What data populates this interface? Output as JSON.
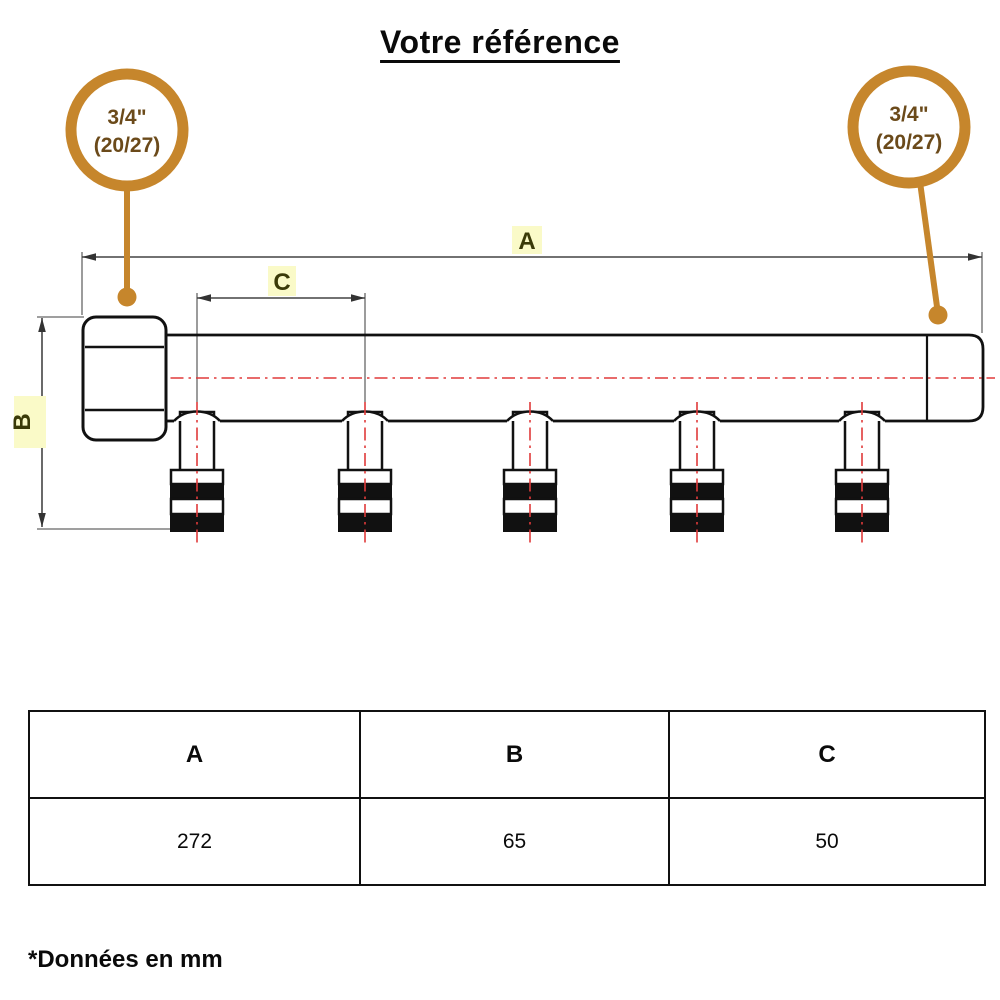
{
  "title": "Votre référence",
  "badges": {
    "left": {
      "line1": "3/4\"",
      "line2": "(20/27)"
    },
    "right": {
      "line1": "3/4\"",
      "line2": "(20/27)"
    }
  },
  "dimensions": {
    "a_label": "A",
    "b_label": "B",
    "c_label": "C"
  },
  "table": {
    "headers": [
      "A",
      "B",
      "C"
    ],
    "values": [
      "272",
      "65",
      "50"
    ]
  },
  "footnote": "*Données en mm",
  "colors": {
    "accent_ring": "#C6862C",
    "badge_text": "#6B4A1A",
    "centerline_red": "#E03A3A",
    "label_highlight_bg": "#FAFAC8",
    "label_text": "#3A3A08",
    "outline_black": "#111111",
    "dim_line_gray": "#444444"
  }
}
